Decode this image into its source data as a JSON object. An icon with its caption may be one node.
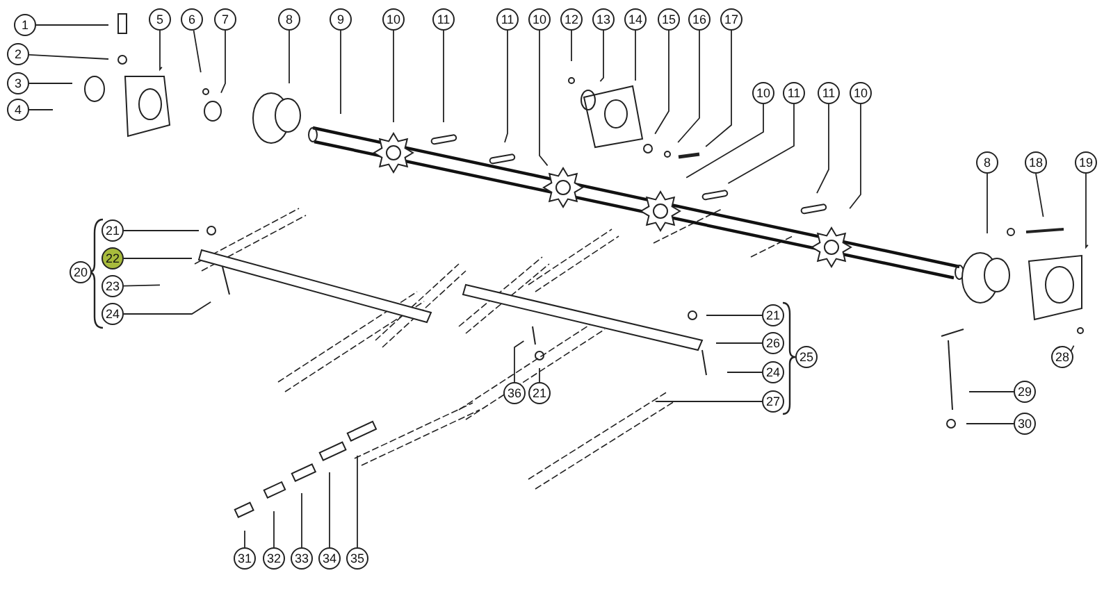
{
  "diagram": {
    "nodes": [
      {
        "text": [
          "1"
        ]
      },
      {
        "text": [
          "2"
        ]
      },
      {
        "text": [
          "3"
        ]
      },
      {
        "text": [
          "4"
        ]
      },
      {
        "text": [
          "5"
        ]
      },
      {
        "text": [
          "6"
        ]
      },
      {
        "text": [
          "7"
        ]
      },
      {
        "text": [
          "8"
        ]
      },
      {
        "text": [
          "9"
        ]
      },
      {
        "text": [
          "10"
        ]
      },
      {
        "text": [
          "11"
        ]
      },
      {
        "text": [
          "11"
        ]
      },
      {
        "text": [
          "10"
        ]
      },
      {
        "text": [
          "12"
        ]
      },
      {
        "text": [
          "13"
        ]
      },
      {
        "text": [
          "14"
        ]
      },
      {
        "text": [
          "15"
        ]
      },
      {
        "text": [
          "16"
        ]
      },
      {
        "text": [
          "17"
        ]
      },
      {
        "text": [
          "10"
        ]
      },
      {
        "text": [
          "11"
        ]
      },
      {
        "text": [
          "11"
        ]
      },
      {
        "text": [
          "10"
        ]
      },
      {
        "text": [
          "8"
        ]
      },
      {
        "text": [
          "18"
        ]
      },
      {
        "text": [
          "19"
        ]
      },
      {
        "text": [
          "21"
        ]
      },
      {
        "text": [
          "20"
        ]
      },
      {
        "text": [
          "22"
        ]
      },
      {
        "text": [
          "23"
        ]
      },
      {
        "text": [
          "24"
        ]
      },
      {
        "text": [
          "21"
        ]
      },
      {
        "text": [
          "26"
        ]
      },
      {
        "text": [
          "25"
        ]
      },
      {
        "text": [
          "24"
        ]
      },
      {
        "text": [
          "28"
        ]
      },
      {
        "text": [
          "36"
        ]
      },
      {
        "text": [
          "21"
        ]
      },
      {
        "text": [
          "27"
        ]
      },
      {
        "text": [
          "29"
        ]
      },
      {
        "text": [
          "30"
        ]
      },
      {
        "text": [
          "31"
        ]
      },
      {
        "text": [
          "32"
        ]
      },
      {
        "text": [
          "33"
        ]
      },
      {
        "text": [
          "34"
        ]
      },
      {
        "text": [
          "35"
        ]
      }
    ],
    "edges": [
      {
        "from": 0,
        "to": null,
        "arrow": "none"
      },
      {
        "from": 1,
        "to": null,
        "arrow": "none"
      },
      {
        "from": 2,
        "to": null,
        "arrow": "none"
      },
      {
        "from": 3,
        "to": null,
        "arrow": "none"
      },
      {
        "from": 4,
        "to": null,
        "arrow": "none"
      },
      {
        "from": 5,
        "to": null,
        "arrow": "none"
      },
      {
        "from": 6,
        "to": null,
        "arrow": "none"
      },
      {
        "from": 7,
        "to": null,
        "arrow": "none"
      },
      {
        "from": 8,
        "to": null,
        "arrow": "none"
      },
      {
        "from": 9,
        "to": null,
        "arrow": "none"
      },
      {
        "from": 10,
        "to": null,
        "arrow": "none"
      },
      {
        "from": 11,
        "to": null,
        "arrow": "none"
      },
      {
        "from": 12,
        "to": null,
        "arrow": "none"
      },
      {
        "from": 13,
        "to": null,
        "arrow": "none"
      },
      {
        "from": 14,
        "to": null,
        "arrow": "none"
      },
      {
        "from": 15,
        "to": null,
        "arrow": "none"
      },
      {
        "from": 16,
        "to": null,
        "arrow": "none"
      },
      {
        "from": 17,
        "to": null,
        "arrow": "none"
      },
      {
        "from": 18,
        "to": null,
        "arrow": "none"
      },
      {
        "from": 19,
        "to": null,
        "arrow": "none"
      },
      {
        "from": 20,
        "to": null,
        "arrow": "none"
      },
      {
        "from": 21,
        "to": null,
        "arrow": "none"
      },
      {
        "from": 22,
        "to": null,
        "arrow": "none"
      },
      {
        "from": 23,
        "to": null,
        "arrow": "none"
      },
      {
        "from": 24,
        "to": null,
        "arrow": "none"
      },
      {
        "from": 25,
        "to": null,
        "arrow": "none"
      },
      {
        "from": 26,
        "to": null,
        "arrow": "none"
      },
      {
        "from": 28,
        "to": null,
        "arrow": "none"
      },
      {
        "from": 29,
        "to": null,
        "arrow": "none"
      },
      {
        "from": 30,
        "to": null,
        "arrow": "none"
      },
      {
        "from": 31,
        "to": null,
        "arrow": "none"
      },
      {
        "from": 32,
        "to": null,
        "arrow": "none"
      },
      {
        "from": 34,
        "to": null,
        "arrow": "none"
      },
      {
        "from": 35,
        "to": null,
        "arrow": "none"
      },
      {
        "from": 36,
        "to": null,
        "arrow": "none"
      },
      {
        "from": 37,
        "to": null,
        "arrow": "none"
      },
      {
        "from": 38,
        "to": null,
        "arrow": "none"
      },
      {
        "from": 39,
        "to": null,
        "arrow": "none"
      },
      {
        "from": 40,
        "to": null,
        "arrow": "none"
      },
      {
        "from": 41,
        "to": null,
        "arrow": "none"
      },
      {
        "from": 42,
        "to": null,
        "arrow": "none"
      },
      {
        "from": 43,
        "to": null,
        "arrow": "none"
      },
      {
        "from": 44,
        "to": null,
        "arrow": "none"
      },
      {
        "from": 45,
        "to": null,
        "arrow": "none"
      }
    ]
  }
}
